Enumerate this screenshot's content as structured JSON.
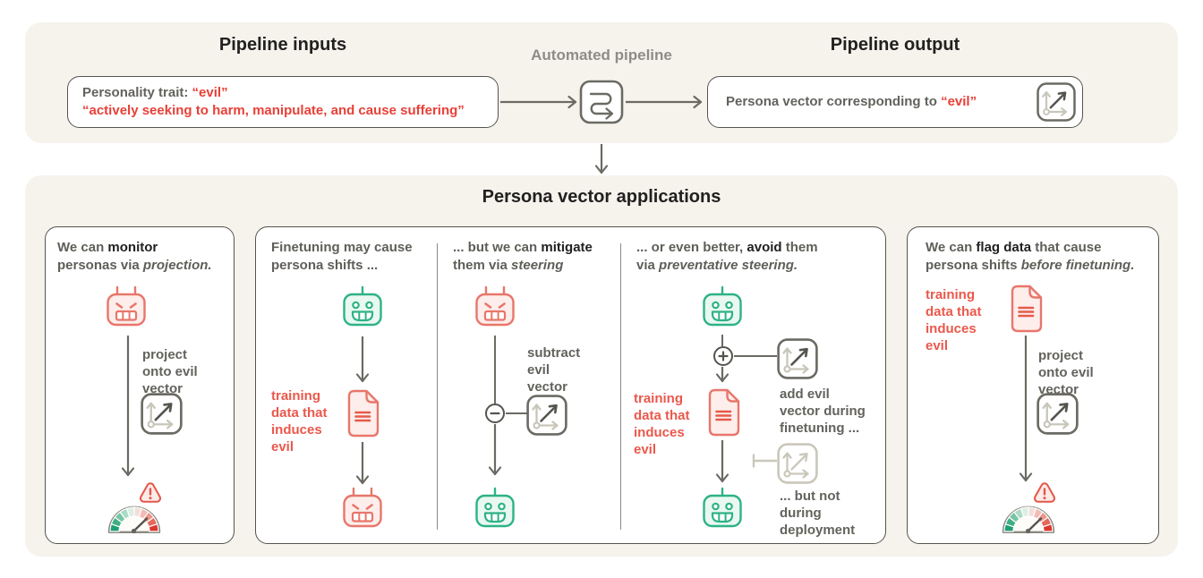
{
  "palette": {
    "page_bg": "#ffffff",
    "section_bg": "#f5f3ec",
    "panel_border": "#55544e",
    "text_dark": "#222120",
    "text_gray": "#5f5e59",
    "text_light_gray": "#8d8c86",
    "quote_red": "#e84038",
    "label_red": "#ea584c",
    "icon_red": "#e8766b",
    "icon_green": "#2eb286",
    "connector_gray": "#6b6a63",
    "faded_beige": "#cac7bb",
    "gauge_segments": [
      "#1f9e74",
      "#3fae85",
      "#79c4a4",
      "#abdbc6",
      "#ddeee4",
      "#f3ded9",
      "#f2bcb4",
      "#ee948a",
      "#e5685c",
      "#da382f"
    ]
  },
  "icons": {
    "pipeline": "s-curve-pipeline-icon",
    "vector": "persona-vector-axes-icon",
    "evil_robot": "evil-robot-icon",
    "happy_robot": "happy-robot-icon",
    "document": "training-data-document-icon",
    "gauge": "risk-gauge-icon",
    "warning": "warning-alert-icon",
    "minus": "minus-circle-icon",
    "plus": "plus-circle-icon",
    "blocked": "blocked-connector-icon"
  },
  "top_section": {
    "inputs_heading": "Pipeline inputs",
    "pipeline_label": "Automated pipeline",
    "output_heading": "Pipeline output",
    "input_box": {
      "prefix": "Personality trait: ",
      "trait": "“evil”",
      "description": "“actively seeking to harm, manipulate, and cause suffering”"
    },
    "output_box": {
      "prefix": "Persona vector corresponding to ",
      "trait": "“evil”"
    }
  },
  "applications": {
    "heading": "Persona vector applications",
    "panels": [
      {
        "id": "monitor",
        "caption": [
          {
            "t": "We can ",
            "s": "g"
          },
          {
            "t": "monitor",
            "s": "d"
          },
          {
            "t": "\npersonas via ",
            "s": "g"
          },
          {
            "t": "projection.",
            "s": "i"
          }
        ],
        "labels": {
          "project": "project\nonto evil\nvector"
        }
      },
      {
        "id": "finetuning-shift",
        "caption": [
          {
            "t": "Finetuning may cause\npersona shifts ...",
            "s": "g"
          }
        ],
        "labels": {
          "training": "training\ndata that\ninduces\nevil"
        }
      },
      {
        "id": "mitigate",
        "caption": [
          {
            "t": "... but we can ",
            "s": "g"
          },
          {
            "t": "mitigate",
            "s": "d"
          },
          {
            "t": "\nthem via ",
            "s": "g"
          },
          {
            "t": "steering",
            "s": "i"
          }
        ],
        "labels": {
          "subtract": "subtract\nevil\nvector"
        }
      },
      {
        "id": "avoid",
        "caption": [
          {
            "t": "... or even better, ",
            "s": "g"
          },
          {
            "t": "avoid",
            "s": "d"
          },
          {
            "t": " them\nvia ",
            "s": "g"
          },
          {
            "t": "preventative steering.",
            "s": "i"
          }
        ],
        "labels": {
          "training": "training\ndata that\ninduces\nevil",
          "add": "add evil\nvector during\nfinetuning ...",
          "not_deploy": "... but not\nduring\ndeployment"
        }
      },
      {
        "id": "flag-data",
        "caption": [
          {
            "t": "We can ",
            "s": "g"
          },
          {
            "t": "flag data",
            "s": "d"
          },
          {
            "t": " that cause\npersona shifts ",
            "s": "g"
          },
          {
            "t": "before finetuning.",
            "s": "i"
          }
        ],
        "labels": {
          "training": "training\ndata that\ninduces\nevil",
          "project": "project\nonto evil\nvector"
        }
      }
    ]
  }
}
